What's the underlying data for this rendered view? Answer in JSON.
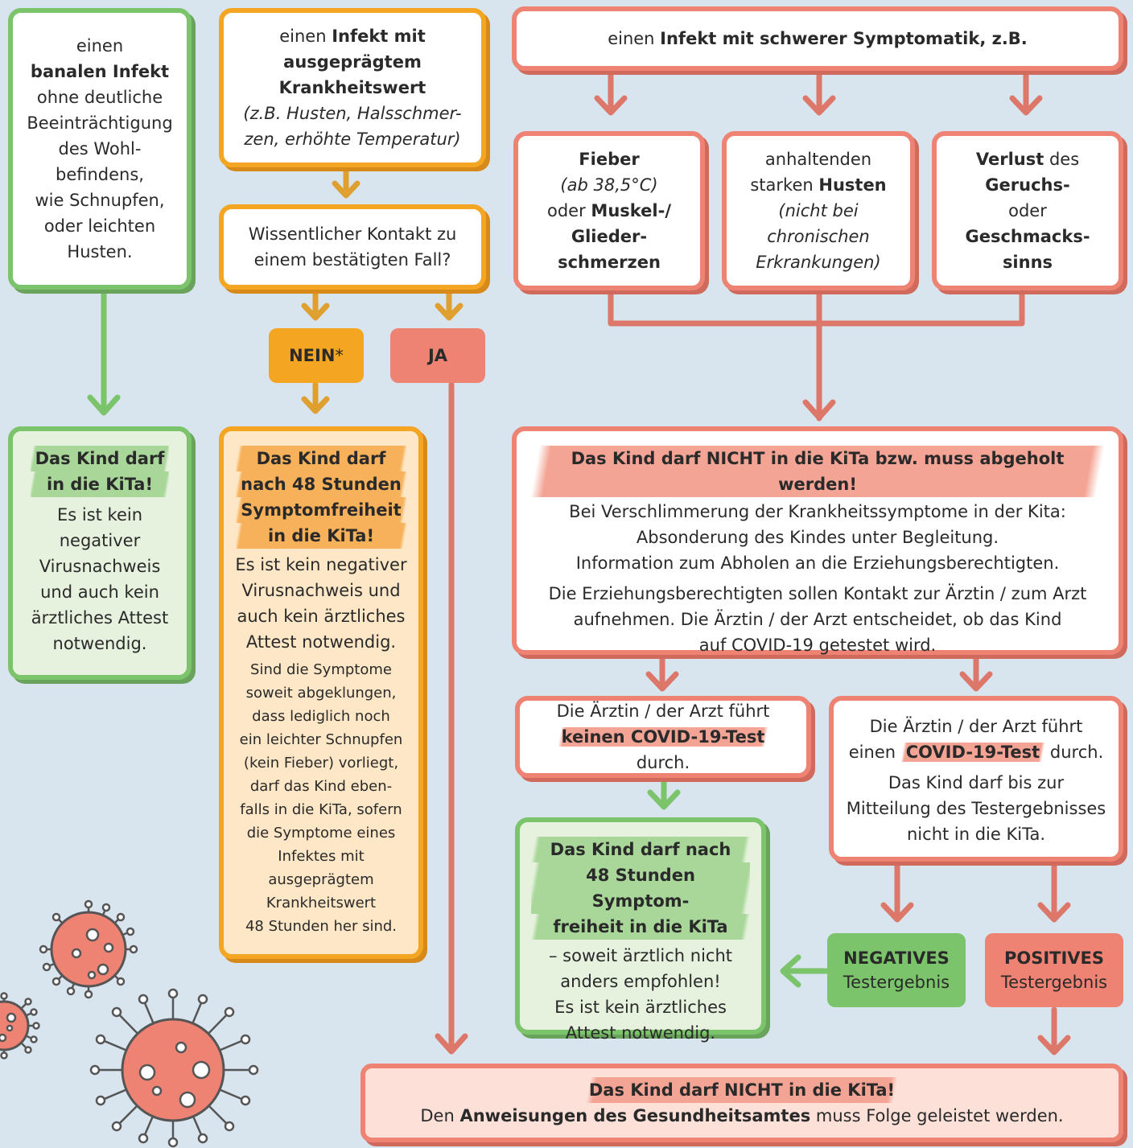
{
  "col1": {
    "top": [
      "einen",
      "banalen Infekt",
      "ohne deutliche",
      "Beeinträchtigung",
      "des Wohl-",
      "befindens,",
      "wie Schnupfen,",
      "oder leichten",
      "Husten."
    ],
    "result_title": [
      "Das Kind darf",
      "in die KiTa!"
    ],
    "result_text": [
      "Es ist kein",
      "negativer",
      "Virusnachweis",
      "und auch kein",
      "ärztliches Attest",
      "notwendig."
    ]
  },
  "col2": {
    "top_prefix": "einen",
    "top_bold": [
      "Infekt mit",
      "ausgeprägtem",
      "Krankheitswert"
    ],
    "top_italic": [
      "(z.B. Husten, Halsschmer-",
      "zen, erhöhte Temperatur)"
    ],
    "question": [
      "Wissentlicher Kontakt zu",
      "einem bestätigten Fall?"
    ],
    "nein": "NEIN",
    "nein_star": "*",
    "ja": "JA",
    "result_title": [
      "Das Kind darf",
      "nach 48 Stunden",
      "Symptomfreiheit",
      "in die KiTa!"
    ],
    "result_text": [
      "Es ist kein negativer",
      "Virusnachweis und",
      "auch kein ärztliches",
      "Attest notwendig."
    ],
    "result_small": [
      "Sind die Symptome",
      "soweit abgeklungen,",
      "dass lediglich noch",
      "ein leichter Schnupfen",
      "(kein Fieber) vorliegt,",
      "darf das Kind eben-",
      "falls in die KiTa, sofern",
      "die Symptome eines",
      "Infektes mit",
      "ausgeprägtem",
      "Krankheitswert",
      "48 Stunden her sind."
    ]
  },
  "col3": {
    "top_prefix": "einen",
    "top_bold": "Infekt mit schwerer Symptomatik, z.B.",
    "sym1": {
      "bold1": "Fieber",
      "italic": "(ab 38,5°C)",
      "plain": "oder",
      "bold2": [
        "Muskel-/",
        "Glieder-",
        "schmerzen"
      ]
    },
    "sym2": {
      "plain": [
        "anhaltenden",
        "starken"
      ],
      "bold": "Husten",
      "italic": [
        "(nicht bei",
        "chronischen",
        "Erkrankungen)"
      ]
    },
    "sym3": {
      "bold1": "Verlust",
      "plain1": "des",
      "bold2": "Geruchs-",
      "plain2": "oder",
      "bold3": [
        "Geschmacks-",
        "sinns"
      ]
    },
    "main_title": "Das Kind darf NICHT in die KiTa bzw. muss abgeholt werden!",
    "main_text1": [
      "Bei Verschlimmerung der Krankheitssymptome in der Kita:",
      "Absonderung des Kindes unter Begleitung.",
      "Information zum Abholen an die Erziehungsberechtigten."
    ],
    "main_text2": [
      "Die Erziehungsberechtigten sollen Kontakt zur Ärztin / zum Arzt",
      "aufnehmen. Die Ärztin / der Arzt entscheidet, ob das Kind",
      "auf COVID-19 getestet wird."
    ],
    "notest_line1": "Die Ärztin / der Arzt führt",
    "notest_bold": "keinen COVID-19-Test",
    "notest_suffix": "durch.",
    "test_line1": "Die Ärztin / der Arzt führt",
    "test_prefix": "einen",
    "test_bold": "COVID-19-Test",
    "test_suffix": "durch.",
    "test_text": [
      "Das Kind darf bis zur",
      "Mitteilung des Testergebnisses",
      "nicht in die KiTa."
    ],
    "notest_result_title": [
      "Das Kind darf nach",
      "48 Stunden Symptom-",
      "freiheit in die KiTa"
    ],
    "notest_result_text": [
      "– soweit ärztlich nicht",
      "anders empfohlen!",
      "Es ist kein ärztliches",
      "Attest notwendig."
    ],
    "negative_bold": "NEGATIVES",
    "negative_plain": "Testergebnis",
    "positive_bold": "POSITIVES",
    "positive_plain": "Testergebnis"
  },
  "bottom": {
    "title": "Das Kind darf NICHT in die KiTa!",
    "text_prefix": "Den",
    "text_bold": "Anweisungen des Gesundheitsamtes",
    "text_suffix": "muss Folge geleistet werden."
  },
  "colors": {
    "green": "#7bc46b",
    "orange": "#f4a623",
    "red": "#ee8273",
    "background": "#d8e4ee"
  }
}
